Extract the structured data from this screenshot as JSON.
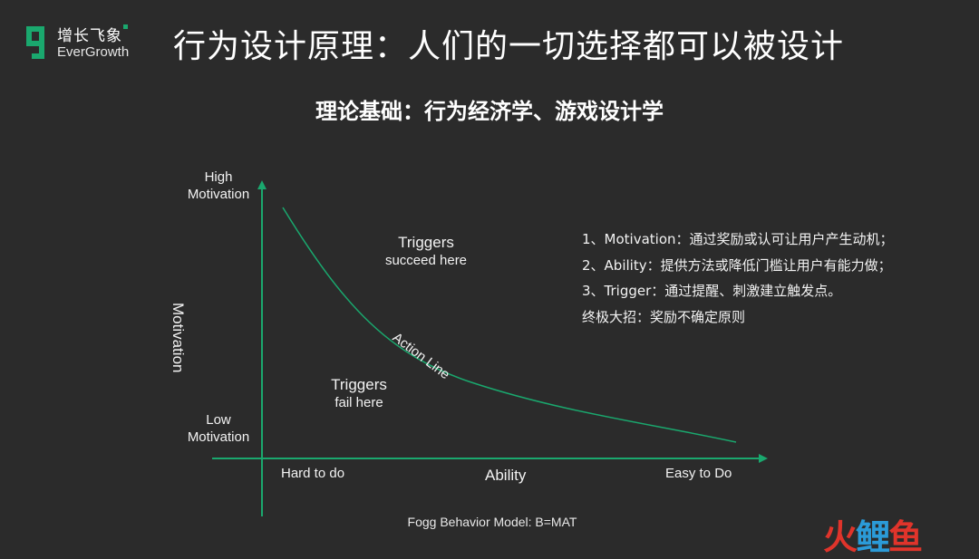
{
  "logo": {
    "cn": "增长飞象",
    "en": "EverGrowth",
    "color": "#1aa86e"
  },
  "title": "行为设计原理：人们的一切选择都可以被设计",
  "subtitle": "理论基础：行为经济学、游戏设计学",
  "diagram": {
    "y_axis": {
      "top": "High\nMotivation",
      "bottom": "Low\nMotivation",
      "title": "Motivation"
    },
    "x_axis": {
      "left": "Hard to do",
      "center": "Ability",
      "right": "Easy to Do"
    },
    "region_above": {
      "title": "Triggers",
      "sub": "succeed here"
    },
    "region_below": {
      "title": "Triggers",
      "sub": "fail here"
    },
    "curve_label": "Action Line",
    "axis_color": "#1aa86e",
    "curve_color": "#1aa86e"
  },
  "notes": [
    "1、Motivation：通过奖励或认可让用户产生动机；",
    "2、Ability：提供方法或降低门槛让用户有能力做；",
    "3、Trigger：通过提醒、刺激建立触发点。",
    "终极大招：奖励不确定原则"
  ],
  "caption": "Fogg Behavior Model: B=MAT",
  "watermark": {
    "part1": "火",
    "part2": "鲤",
    "part3": "鱼"
  }
}
